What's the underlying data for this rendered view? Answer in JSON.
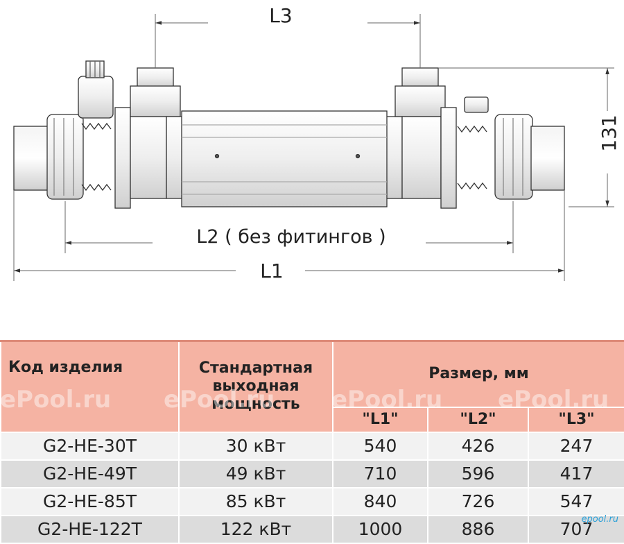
{
  "drawing": {
    "dims": {
      "l3": "L3",
      "height": "131",
      "l2": "L2 ( без фитингов )",
      "l1": "L1"
    }
  },
  "table": {
    "headers": {
      "code": "Код изделия",
      "power": "Стандартная выходная мощность",
      "size": "Размер, мм",
      "l1": "\"L1\"",
      "l2": "\"L2\"",
      "l3": "\"L3\""
    },
    "rows": [
      {
        "code": "G2-HE-30T",
        "power": "30 кВт",
        "l1": "540",
        "l2": "426",
        "l3": "247"
      },
      {
        "code": "G2-HE-49T",
        "power": "49 кВт",
        "l1": "710",
        "l2": "596",
        "l3": "417"
      },
      {
        "code": "G2-HE-85T",
        "power": "85 кВт",
        "l1": "840",
        "l2": "726",
        "l3": "547"
      },
      {
        "code": "G2-HE-122T",
        "power": "122 кВт",
        "l1": "1000",
        "l2": "886",
        "l3": "707"
      }
    ]
  },
  "watermark": "ePool.ru",
  "logo": "epool.ru"
}
